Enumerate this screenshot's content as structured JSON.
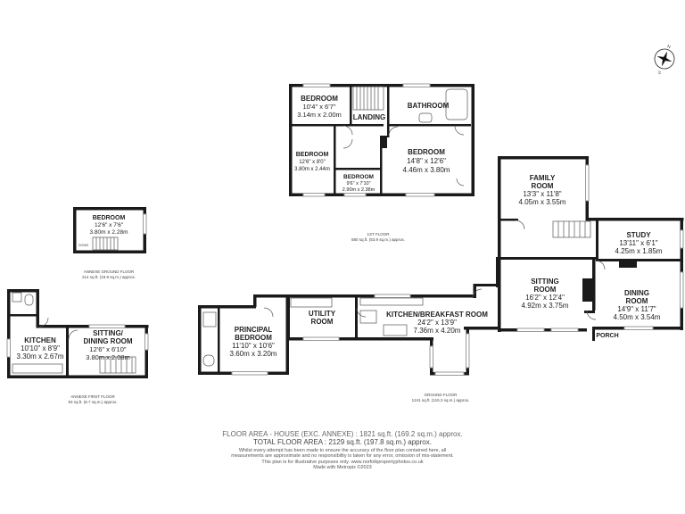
{
  "rooms": {
    "bedroom_1f_a": {
      "name": "BEDROOM",
      "dims": [
        "10'4\" x 6'7\"",
        "3.14m x 2.00m"
      ]
    },
    "landing": {
      "name": "LANDING"
    },
    "bathroom": {
      "name": "BATHROOM"
    },
    "bedroom_1f_b": {
      "name": "BEDROOM",
      "dims": [
        "12'6\" x 8'0\"",
        "3.80m x 2.44m"
      ]
    },
    "bedroom_1f_c": {
      "name": "BEDROOM",
      "dims": [
        "9'6\" x 7'10\"",
        "2.90m x 2.38m"
      ]
    },
    "bedroom_1f_d": {
      "name": "BEDROOM",
      "dims": [
        "14'8\" x 12'6\"",
        "4.46m x 3.80m"
      ]
    },
    "family_room": {
      "name": [
        "FAMILY",
        "ROOM"
      ],
      "dims": [
        "13'3\" x 11'8\"",
        "4.05m x 3.55m"
      ]
    },
    "study": {
      "name": "STUDY",
      "dims": [
        "13'11\" x 6'1\"",
        "4.25m x 1.85m"
      ]
    },
    "sitting_room": {
      "name": [
        "SITTING",
        "ROOM"
      ],
      "dims": [
        "16'2\" x 12'4\"",
        "4.92m x 3.75m"
      ]
    },
    "dining_room": {
      "name": [
        "DINING",
        "ROOM"
      ],
      "dims": [
        "14'9\" x 11'7\"",
        "4.50m x 3.54m"
      ]
    },
    "porch": {
      "name": "PORCH"
    },
    "kitchen_breakfast": {
      "name": "KITCHEN/BREAKFAST ROOM",
      "dims": [
        "24'2\" x 13'9\"",
        "7.36m x 4.20m"
      ]
    },
    "utility": {
      "name": [
        "UTILITY",
        "ROOM"
      ]
    },
    "principal_bedroom": {
      "name": [
        "PRINCIPAL",
        "BEDROOM"
      ],
      "dims": [
        "11'10\" x 10'6\"",
        "3.60m x 3.20m"
      ]
    },
    "annexe_bedroom": {
      "name": "BEDROOM",
      "dims": [
        "12'6\" x 7'6\"",
        "3.80m x 2.28m"
      ]
    },
    "annexe_kitchen": {
      "name": "KITCHEN",
      "dims": [
        "10'10\" x 8'9\"",
        "3.30m x 2.67m"
      ]
    },
    "annexe_sitting": {
      "name": [
        "SITTING/",
        "DINING ROOM"
      ],
      "dims": [
        "12'6\" x 6'10\"",
        "3.80m x 2.08m"
      ]
    }
  },
  "floors": {
    "first": {
      "title": "1ST FLOOR",
      "area": "580 sq.ft. (53.9 sq.m.) approx."
    },
    "ground": {
      "title": "GROUND FLOOR",
      "area": "1241 sq.ft. (115.3 sq.m.) approx."
    },
    "annexe_ground": {
      "title": "ANNEXE GROUND FLOOR",
      "area": "214 sq.ft. (19.9 sq.m.) approx."
    },
    "annexe_first": {
      "title": "ANNEXE FIRST FLOOR",
      "area": "93 sq.ft. (8.7 sq.m.) approx."
    }
  },
  "markers": {
    "down": "DOWN"
  },
  "footer": {
    "area_house": "FLOOR AREA - HOUSE (EXC. ANNEXE) : 1821 sq.ft. (169.2 sq.m.) approx.",
    "total_area": "TOTAL FLOOR AREA : 2129 sq.ft. (197.8 sq.m.) approx.",
    "disclaimer": [
      "Whilst every attempt has been made to ensure the accuracy of the floor plan contained here, all",
      "measurements are approximate and no responsibility is taken for any error, omission of mis-statement.",
      "This plan is for illustrative purposes only. www.norfolkpropertyphotos.co.uk",
      "Made with Metropix ©2023"
    ]
  },
  "compass": {
    "labels": [
      "N",
      "S"
    ]
  }
}
